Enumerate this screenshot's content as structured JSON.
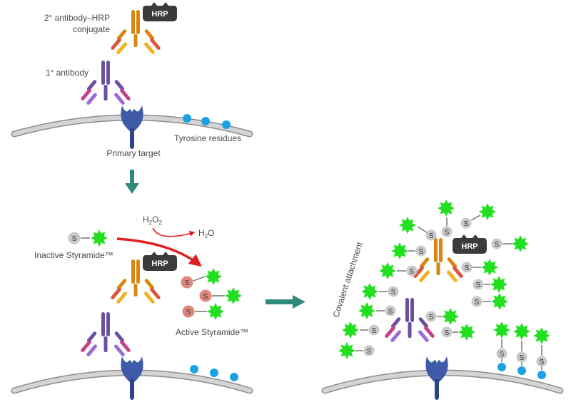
{
  "labels": {
    "secondary_antibody": "2° antibody–HRP",
    "secondary_antibody_line2": "conjugate",
    "primary_antibody": "1° antibody",
    "primary_target": "Primary target",
    "tyrosine_residues": "Tyrosine residues",
    "inactive_styramide": "Inactive Styramide™",
    "active_styramide": "Active Styramide™",
    "h2o2_base": "H",
    "h2o2_sub1": "2",
    "h2o2_mid": "O",
    "h2o2_sub2": "2",
    "h2o_base": "H",
    "h2o_sub": "2",
    "h2o_end": "O",
    "covalent_attachment": "Covalent attachment",
    "hrp": "HRP",
    "s": "S"
  },
  "colors": {
    "membrane": "#cfcfcf",
    "membrane_edge": "#8c8c8c",
    "tyrosine": "#1aa3e0",
    "target": "#3f5aa8",
    "primary_antibody": "#6b4fa0",
    "primary_arm_pink": "#c2408f",
    "primary_arm_violet": "#9a6ad6",
    "secondary_antibody": "#d9860f",
    "secondary_arm_red": "#d9553c",
    "secondary_arm_yellow": "#f0b21f",
    "hrp": "#3b3b3b",
    "styramide_dye": "#22e01f",
    "inactive_s": "#c8c8c8",
    "active_s": "#e0867a",
    "arrow_teal": "#2f8a7c",
    "arrow_red": "#e02020"
  }
}
